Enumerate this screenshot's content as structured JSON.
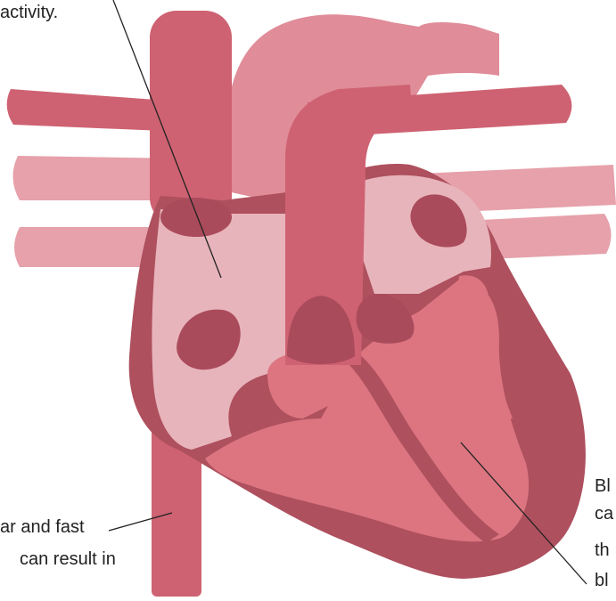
{
  "labels": {
    "top_left": "activity.",
    "bottom_left_line1": "ar and fast",
    "bottom_left_line2": "can result in",
    "right_line1": "Bl",
    "right_line2": "ca",
    "right_line3": "th",
    "right_line4": "bl"
  },
  "colors": {
    "vessel_dark": "#CE6272",
    "vessel_light": "#E6A1AA",
    "heart_outer": "#AE505E",
    "atrium_light": "#E8B4BB",
    "chamber_pink": "#DC7580",
    "aorta": "#E08C99",
    "valve_dark": "#AA4B5B",
    "leader_line": "#222222"
  }
}
